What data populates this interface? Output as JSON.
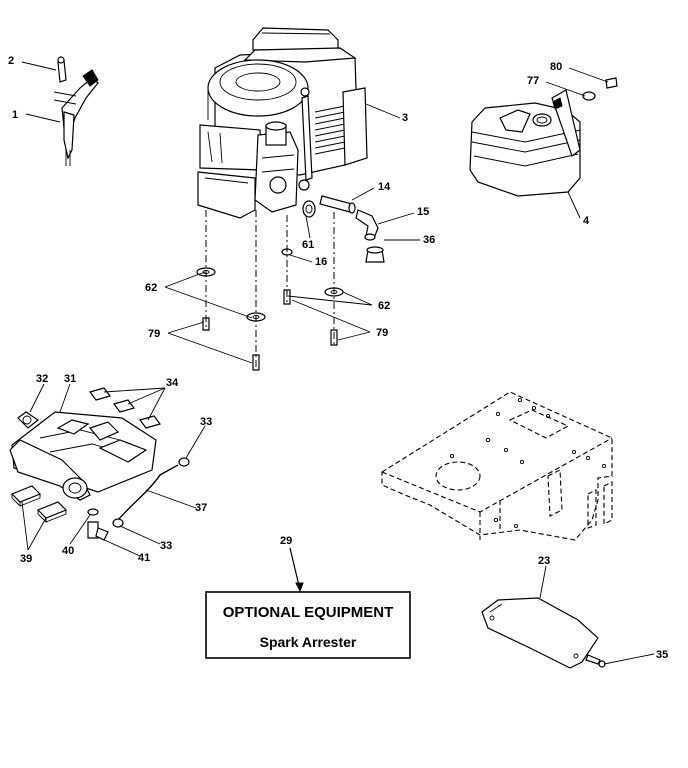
{
  "callouts": {
    "c1": "1",
    "c2": "2",
    "c3": "3",
    "c4": "4",
    "c14": "14",
    "c15": "15",
    "c16": "16",
    "c23": "23",
    "c29": "29",
    "c31": "31",
    "c32": "32",
    "c33a": "33",
    "c33b": "33",
    "c34": "34",
    "c35": "35",
    "c36": "36",
    "c37": "37",
    "c39": "39",
    "c40": "40",
    "c41": "41",
    "c61": "61",
    "c62a": "62",
    "c62b": "62",
    "c77": "77",
    "c79a": "79",
    "c79b": "79",
    "c80": "80"
  },
  "optional_box": {
    "title": "OPTIONAL EQUIPMENT",
    "subtitle": "Spark Arrester"
  }
}
